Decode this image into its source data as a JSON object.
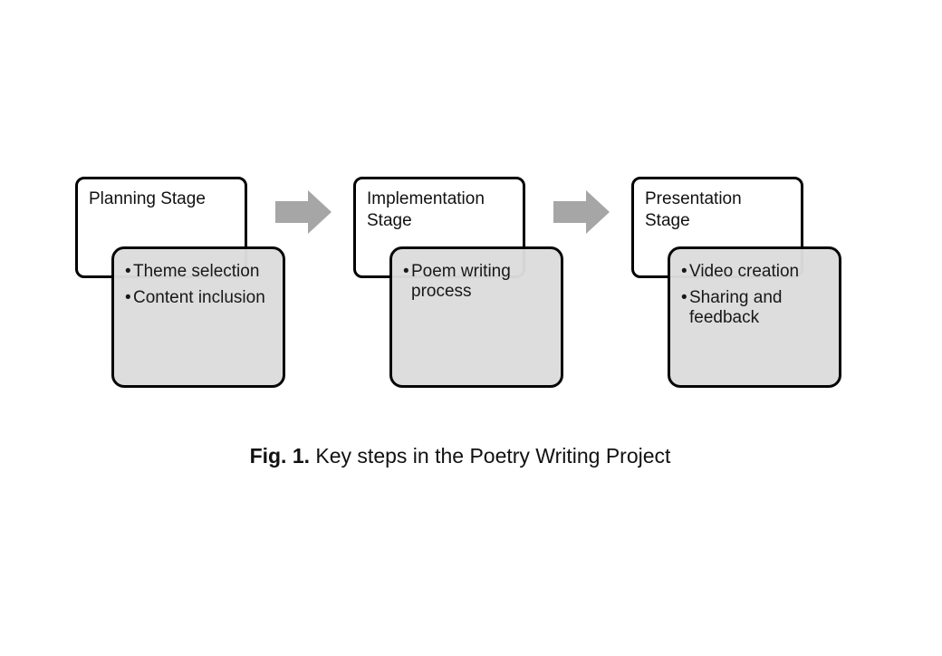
{
  "stages": [
    {
      "title": "Planning Stage",
      "items": [
        "Theme selection",
        "Content inclusion"
      ]
    },
    {
      "title": "Implementation Stage",
      "items": [
        "Poem writing process"
      ]
    },
    {
      "title": "Presentation Stage",
      "items": [
        "Video creation",
        "Sharing and feedback"
      ]
    }
  ],
  "bullet_glyph": "•",
  "caption": {
    "label": "Fig. 1.",
    "text": "Key steps in the Poetry Writing Project"
  },
  "colors": {
    "detail_fill": "#dcdcdc",
    "arrow_fill": "#a6a6a6",
    "border": "#000000"
  },
  "icons": [
    "right-arrow-icon"
  ]
}
